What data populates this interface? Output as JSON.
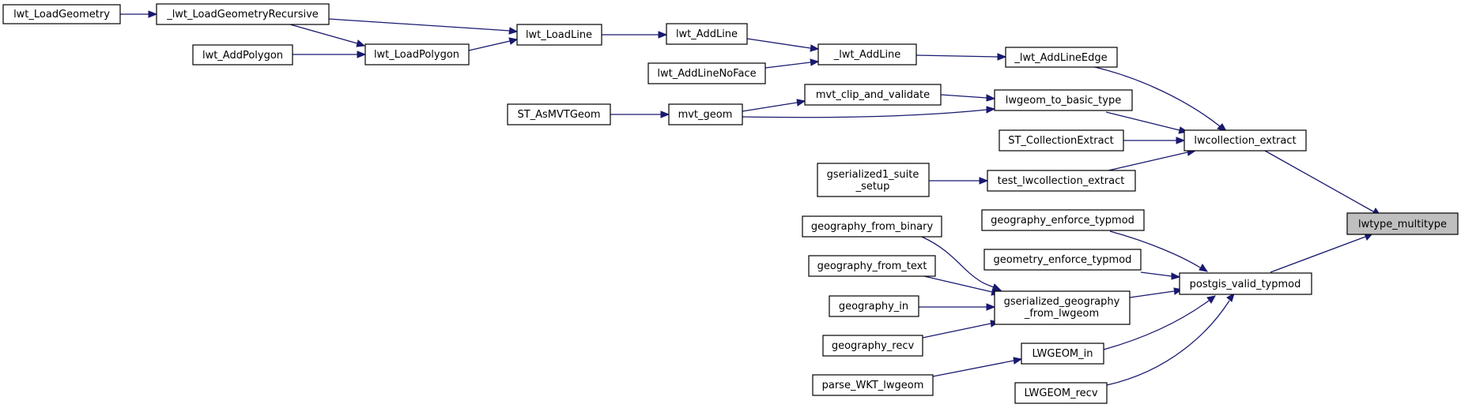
{
  "colors": {
    "edge": "#191970",
    "root_fill": "#bfbfbf",
    "node_fill": "#ffffff",
    "border": "#000000"
  },
  "nodes": {
    "lwt_LoadGeometry": "lwt_LoadGeometry",
    "lwt_LoadGeometryRecursive": "_lwt_LoadGeometryRecursive",
    "lwt_AddPolygon": "lwt_AddPolygon",
    "lwt_LoadPolygon": "lwt_LoadPolygon",
    "lwt_LoadLine": "lwt_LoadLine",
    "lwt_AddLine": "lwt_AddLine",
    "lwt_AddLineNoFace": "lwt_AddLineNoFace",
    "lwt_AddLine_internal": "_lwt_AddLine",
    "lwt_AddLineEdge": "_lwt_AddLineEdge",
    "ST_AsMVTGeom": "ST_AsMVTGeom",
    "mvt_geom": "mvt_geom",
    "mvt_clip_and_validate": "mvt_clip_and_validate",
    "lwgeom_to_basic_type": "lwgeom_to_basic_type",
    "ST_CollectionExtract": "ST_CollectionExtract",
    "lwcollection_extract": "lwcollection_extract",
    "gserialized1_suite_setup_1": "gserialized1_suite",
    "gserialized1_suite_setup_2": "_setup",
    "test_lwcollection_extract": "test_lwcollection_extract",
    "lwtype_multitype": "lwtype_multitype",
    "geography_enforce_typmod": "geography_enforce_typmod",
    "geometry_enforce_typmod": "geometry_enforce_typmod",
    "postgis_valid_typmod": "postgis_valid_typmod",
    "geography_from_binary": "geography_from_binary",
    "geography_from_text": "geography_from_text",
    "geography_in": "geography_in",
    "geography_recv": "geography_recv",
    "gserialized_geography_from_lwgeom_1": "gserialized_geography",
    "gserialized_geography_from_lwgeom_2": "_from_lwgeom",
    "LWGEOM_in": "LWGEOM_in",
    "parse_WKT_lwgeom": "parse_WKT_lwgeom",
    "LWGEOM_recv": "LWGEOM_recv"
  }
}
